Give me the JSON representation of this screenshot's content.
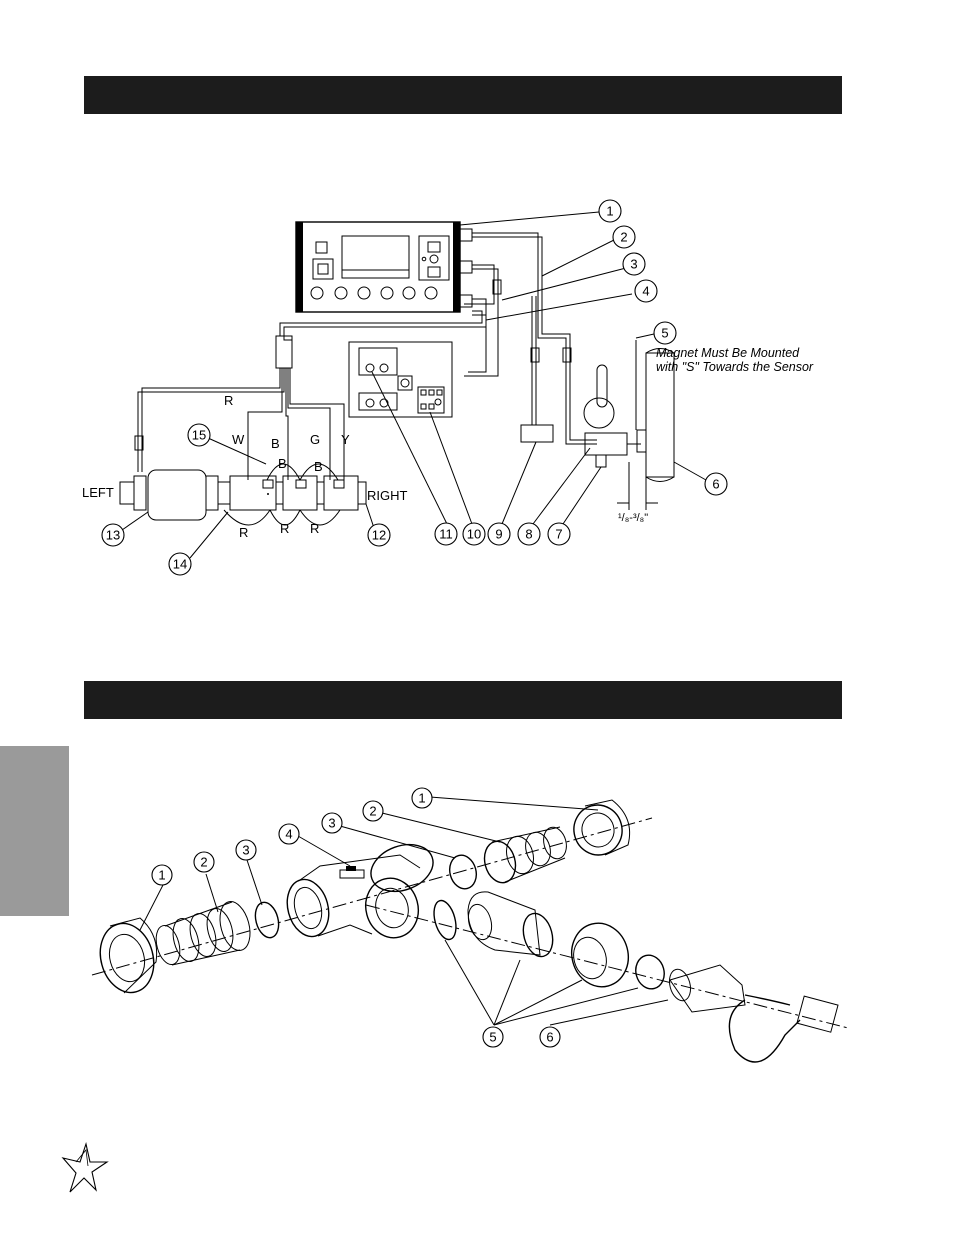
{
  "wiring_diagram": {
    "callouts": [
      "1",
      "2",
      "3",
      "4",
      "5",
      "6",
      "7",
      "8",
      "9",
      "10",
      "11",
      "12",
      "13",
      "14",
      "15"
    ],
    "side_labels": {
      "left": "LEFT",
      "right": "RIGHT"
    },
    "wire_labels": {
      "r_top": "R",
      "w": "W",
      "b1": "B",
      "g": "G",
      "y": "Y",
      "b_loop1": "B",
      "b_loop2": "B",
      "r_loop1": "R",
      "r_loop2": "R",
      "r_loop3": "R"
    },
    "magnet_note_line1": "Magnet Must Be Mounted",
    "magnet_note_line2": "with \"S\" Towards the Sensor",
    "gap_dimension": "¹/₈-³/₈\""
  },
  "exploded_view": {
    "callouts": [
      "1",
      "2",
      "3",
      "4",
      "1",
      "2",
      "3",
      "5",
      "6"
    ]
  }
}
